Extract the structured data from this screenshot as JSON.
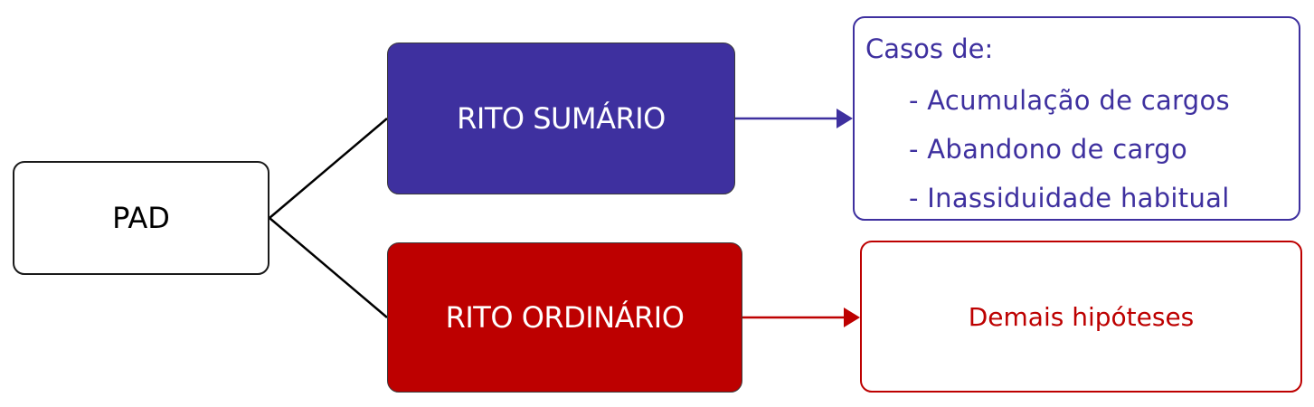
{
  "diagram": {
    "root": {
      "label": "PAD"
    },
    "branches": [
      {
        "label": "RITO SUMÁRIO",
        "color": "#3e309f",
        "detail": {
          "heading": "Casos de:",
          "items": [
            "- Acumulação de cargos",
            "- Abandono de cargo",
            "- Inassiduidade habitual"
          ]
        }
      },
      {
        "label": "RITO ORDINÁRIO",
        "color": "#bd0000",
        "detail": {
          "text": "Demais hipóteses"
        }
      }
    ]
  }
}
